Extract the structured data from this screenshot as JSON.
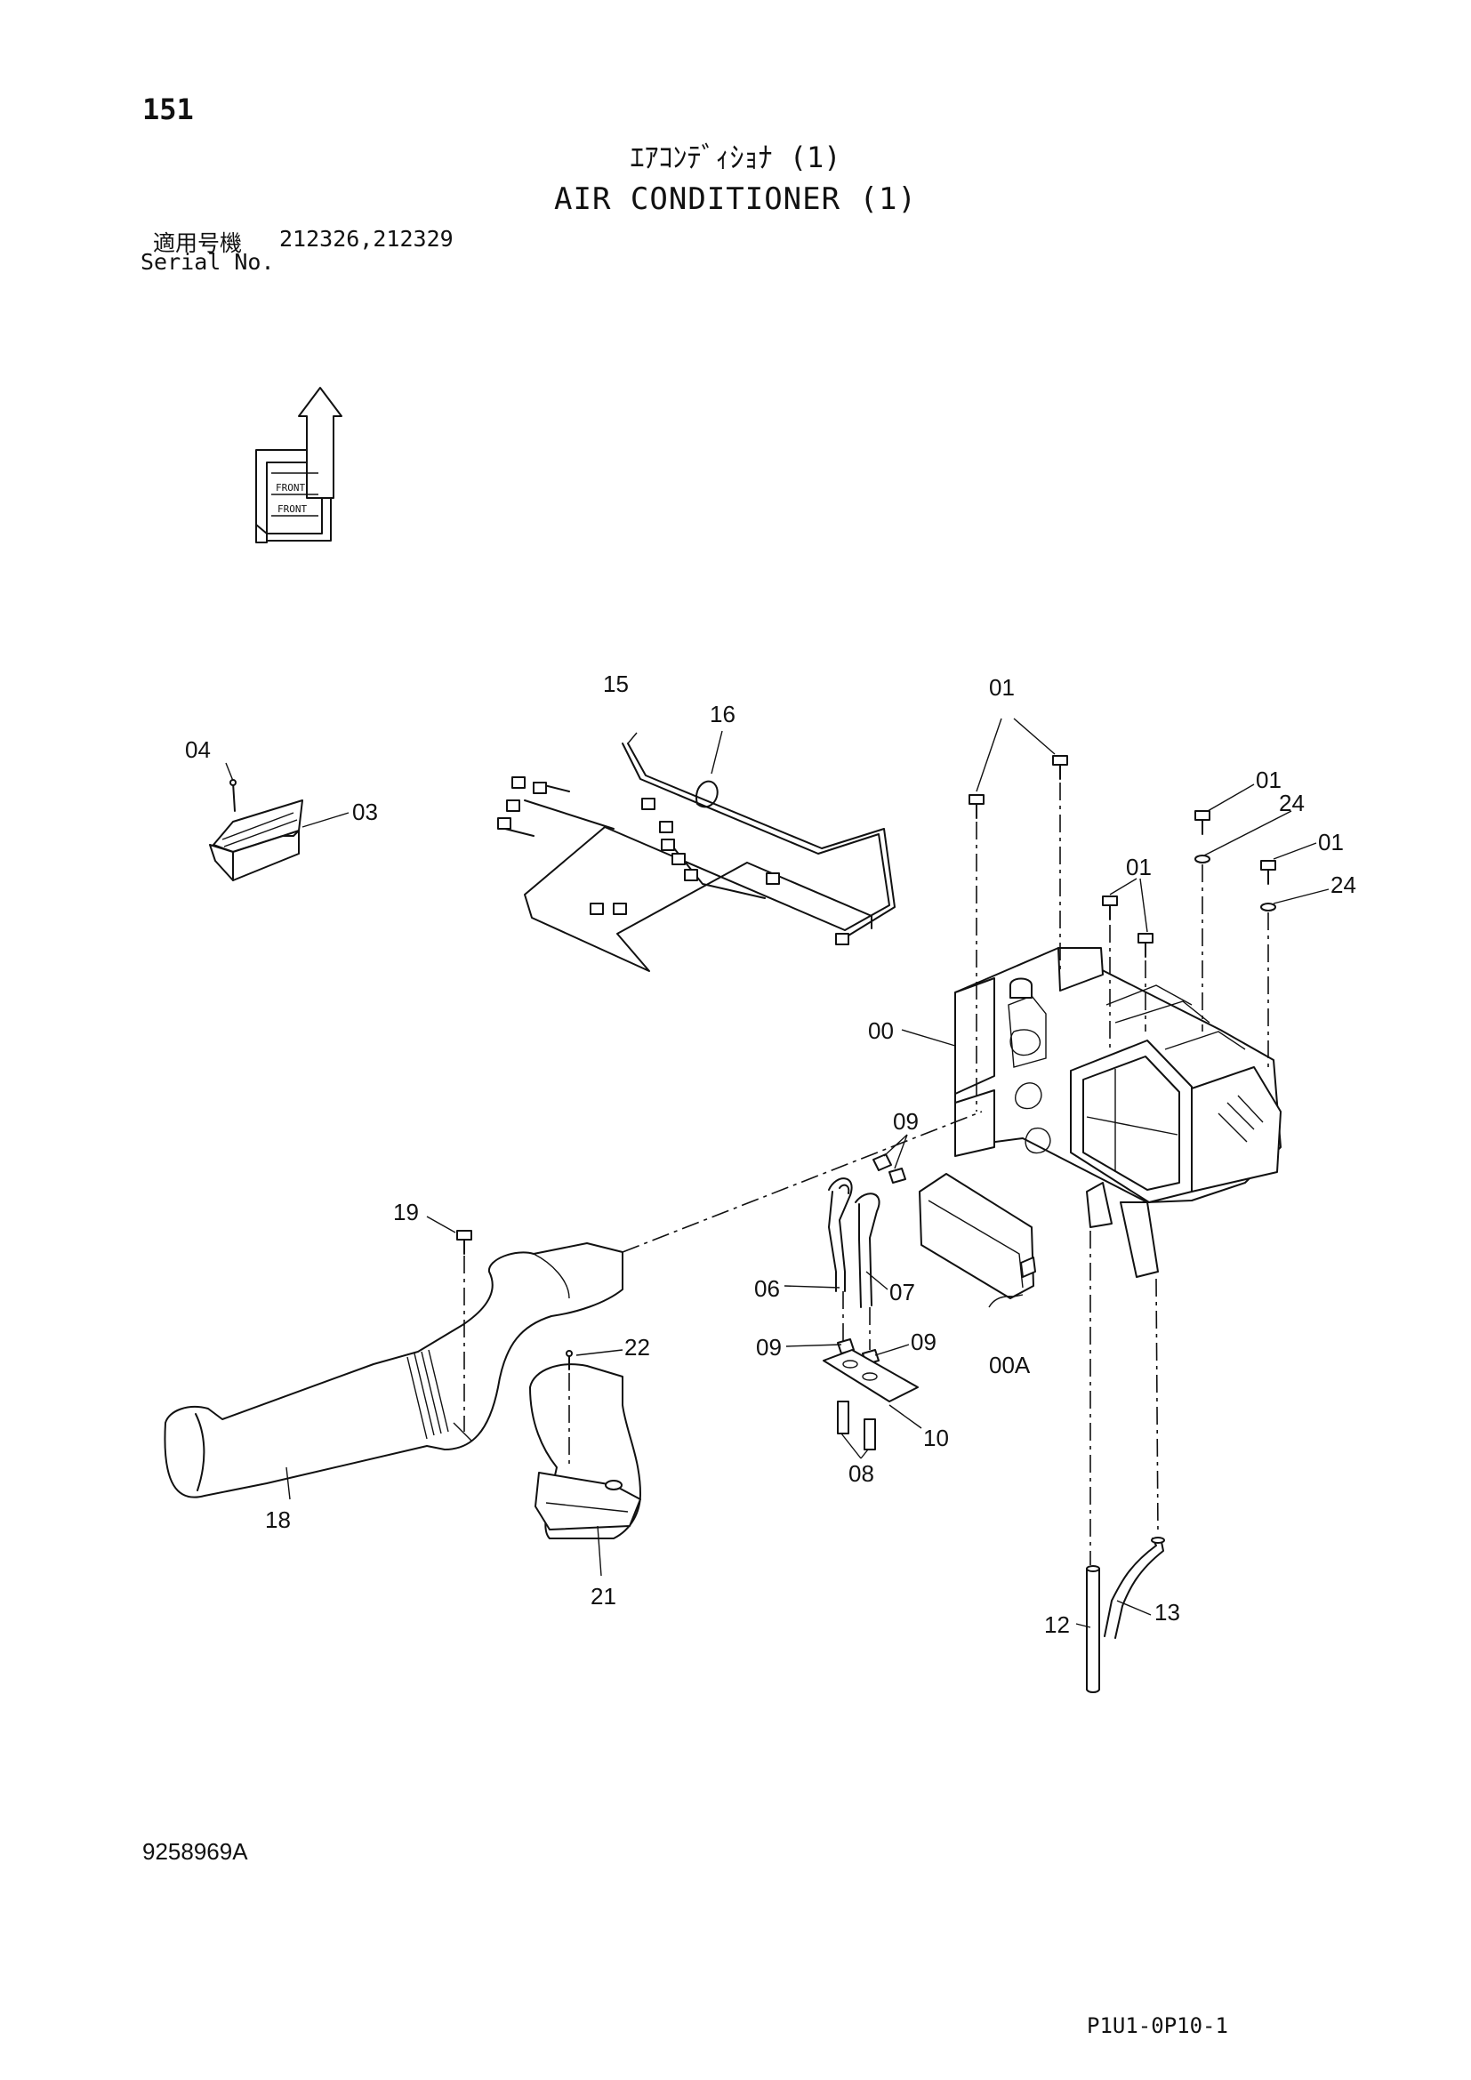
{
  "page_number": "151",
  "title_jp": "ｴｱｺﾝﾃﾞｨｼｮﾅ (1)",
  "title_en": "AIR CONDITIONER (1)",
  "serial": {
    "label_jp": "適用号機",
    "label_en": "Serial No.",
    "values": "212326,212329"
  },
  "orientation_marker": {
    "text": "FRONT"
  },
  "callouts": {
    "p00": "00",
    "p00A": "00A",
    "p01a": "01",
    "p01b": "01",
    "p01c": "01",
    "p01d": "01",
    "p03": "03",
    "p04": "04",
    "p06": "06",
    "p07": "07",
    "p08": "08",
    "p09a": "09",
    "p09b": "09",
    "p09c": "09",
    "p10": "10",
    "p12": "12",
    "p13": "13",
    "p15": "15",
    "p16": "16",
    "p18": "18",
    "p19": "19",
    "p21": "21",
    "p22": "22",
    "p24a": "24",
    "p24b": "24"
  },
  "figure_code": "9258969A",
  "sheet_ref": "P1U1-0P10-1"
}
